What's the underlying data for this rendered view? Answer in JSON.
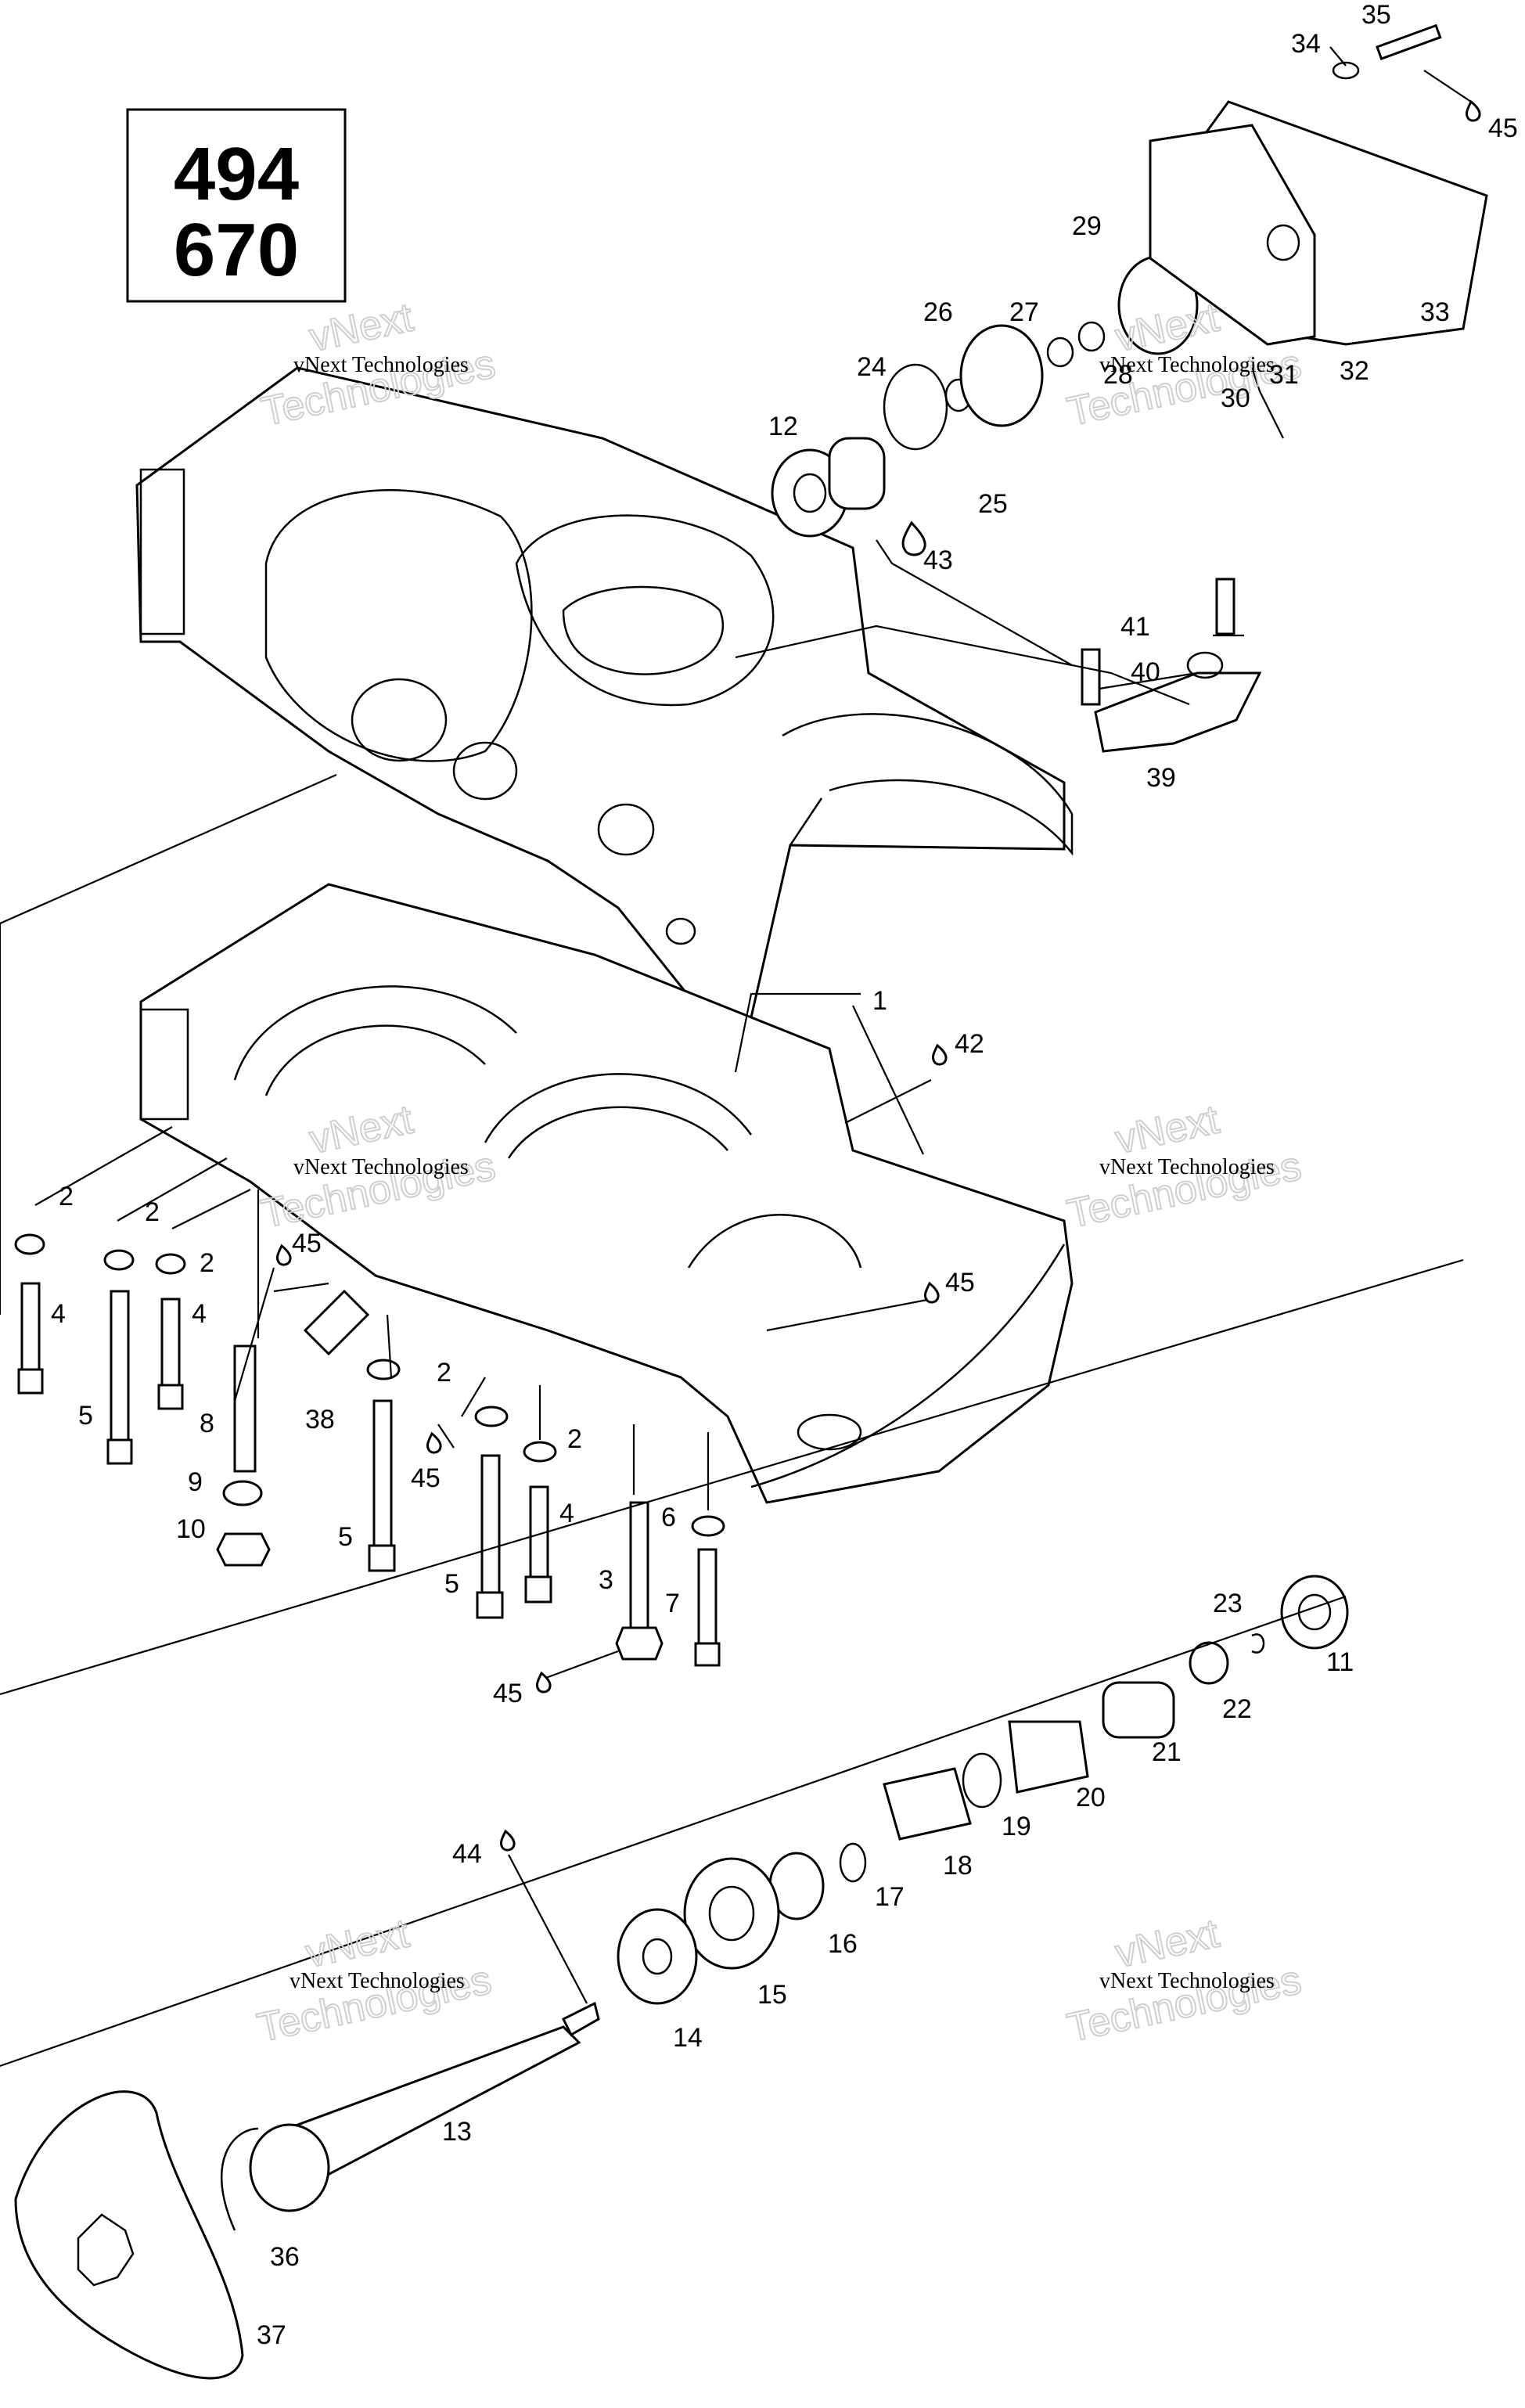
{
  "model_box": {
    "line1": "494",
    "line2": "670"
  },
  "watermarks": [
    {
      "small": "vNext Technologies",
      "big1": "vNext",
      "big2": "Technologies"
    },
    {
      "small": "vNext Technologies",
      "big1": "vNext",
      "big2": "Technologies"
    },
    {
      "small": "vNext Technologies",
      "big1": "vNext",
      "big2": "Technologies"
    },
    {
      "small": "vNext Technologies",
      "big1": "vNext",
      "big2": "Technologies"
    },
    {
      "small": "vNext Technologies",
      "big1": "vNext",
      "big2": "Technologies"
    },
    {
      "small": "vNext Technologies",
      "big1": "vNext",
      "big2": "Technologies"
    }
  ],
  "callouts": {
    "c1": "1",
    "c2a": "2",
    "c2b": "2",
    "c2c": "2",
    "c2d": "2",
    "c2e": "2",
    "c3": "3",
    "c4a": "4",
    "c4b": "4",
    "c4c": "4",
    "c5a": "5",
    "c5b": "5",
    "c5c": "5",
    "c6": "6",
    "c7": "7",
    "c8": "8",
    "c9": "9",
    "c10": "10",
    "c11": "11",
    "c12": "12",
    "c13": "13",
    "c14": "14",
    "c15": "15",
    "c16": "16",
    "c17": "17",
    "c18": "18",
    "c19": "19",
    "c20": "20",
    "c21": "21",
    "c22": "22",
    "c23": "23",
    "c24": "24",
    "c25": "25",
    "c26": "26",
    "c27": "27",
    "c28": "28",
    "c29": "29",
    "c30": "30",
    "c31": "31",
    "c32": "32",
    "c33": "33",
    "c34": "34",
    "c35": "35",
    "c36": "36",
    "c37": "37",
    "c38": "38",
    "c39": "39",
    "c40": "40",
    "c41": "41",
    "c42": "42",
    "c43": "43",
    "c44": "44",
    "c45a": "45",
    "c45b": "45",
    "c45c": "45",
    "c45d": "45",
    "c45e": "45"
  }
}
